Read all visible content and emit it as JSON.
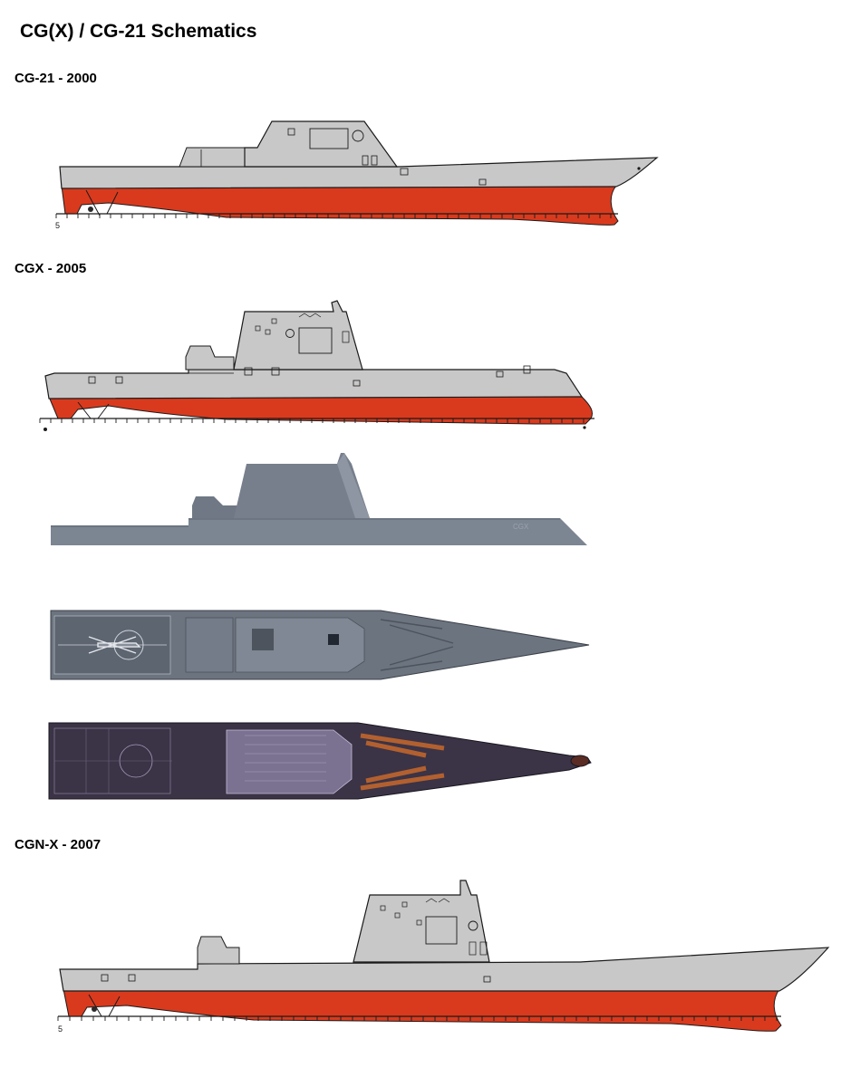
{
  "page": {
    "title": "CG(X) / CG-21 Schematics"
  },
  "sections": [
    {
      "label": "CG-21 - 2000"
    },
    {
      "label": "CGX - 2005"
    },
    {
      "label": "CGN-X - 2007"
    }
  ],
  "drawing_labels": {
    "frame_number": "5",
    "hull_marking": "CGX"
  },
  "colors": {
    "hull_gray": "#c8c8c8",
    "waterline_red": "#d93a1e",
    "outline": "#1a1a1a",
    "render_gray": "#7c8592",
    "render_dark": "#5d6570",
    "plan_purple": "#3b3346",
    "plan_orange": "#b2602f"
  }
}
